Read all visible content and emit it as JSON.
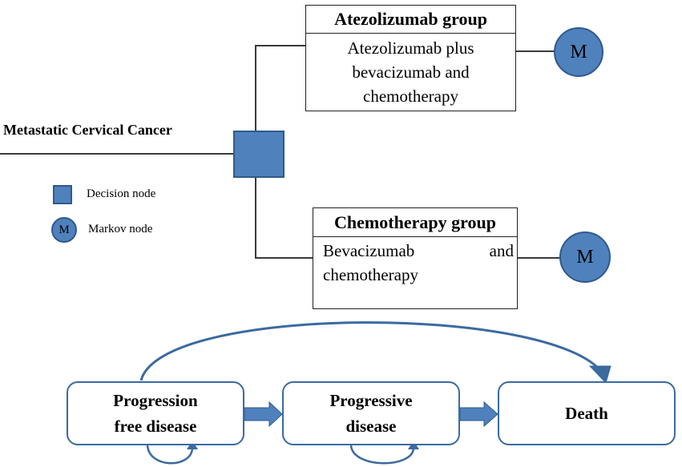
{
  "decision_tree": {
    "root_label": "Metastatic Cervical Cancer",
    "top_group": {
      "title": "Atezolizumab group",
      "description_lines": [
        "Atezolizumab plus",
        "bevacizumab and",
        "chemotherapy"
      ],
      "markov_label": "M"
    },
    "bottom_group": {
      "title": "Chemotherapy group",
      "description_line1_left": "Bevacizumab",
      "description_line1_right": "and",
      "description_line2": "chemotherapy",
      "markov_label": "M"
    }
  },
  "legend": {
    "decision_label": "Decision node",
    "markov_symbol": "M",
    "markov_label": "Markov node"
  },
  "markov_model": {
    "states": [
      {
        "lines": [
          "Progression",
          "free disease"
        ]
      },
      {
        "lines": [
          "Progressive",
          "disease"
        ]
      },
      {
        "lines": [
          "Death"
        ]
      }
    ]
  },
  "colors": {
    "node_fill": "#4f81bd",
    "node_border": "#2e5a8c",
    "state_border": "#3b6aa0",
    "arrow": "#3b6aa0"
  }
}
